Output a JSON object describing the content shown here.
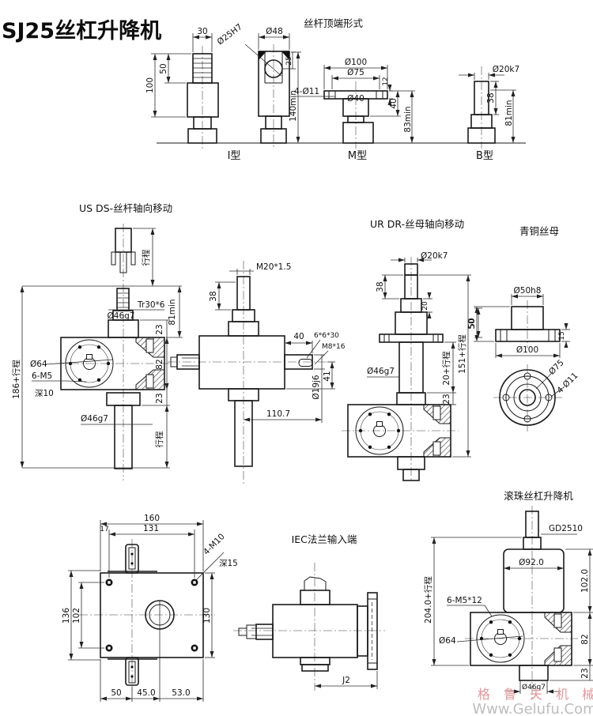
{
  "main_title": "SJ25丝杠升降机",
  "top": {
    "section_title": "丝杆顶端形式",
    "i": {
      "label": "I型",
      "d30": "30",
      "d50": "50",
      "d100": "100",
      "dia48": "Ø48",
      "hole": "Ø25H7",
      "d25": "25",
      "hmin": "140min"
    },
    "m": {
      "label": "M型",
      "dia100": "Ø100",
      "dia75": "Ø75",
      "d12": "12",
      "holes": "4-Ø11",
      "dia40": "Ø40",
      "d40": "40",
      "hmin": "83min"
    },
    "b": {
      "label": "B型",
      "dia20": "Ø20k7",
      "d38": "38",
      "hmin": "81min"
    }
  },
  "usds": {
    "title": "US  DS-丝杆轴向移动",
    "stroke_top": "行程",
    "thread": "Tr30*6",
    "hmin": "81min",
    "dia46_top": "Ø46g7",
    "d23_top": "23",
    "dia64": "Ø64",
    "m5": "6-M5",
    "depth": "深10",
    "d82": "82",
    "d23_bot": "23",
    "dia46_bot": "Ø46g7",
    "stroke_bot": "行程",
    "overall": "186+行程"
  },
  "center": {
    "m20": "M20*1.5",
    "d38": "38",
    "d40": "40",
    "key": "6*6*30",
    "m8": "M8*16",
    "d41": "41",
    "dia19": "Ø19j6",
    "d110": "110.7"
  },
  "urdr": {
    "title": "UR  DR-丝母轴向移动",
    "dia20": "Ø20k7",
    "d38": "38",
    "d20": "20",
    "d50": "50",
    "h151": "151+行程",
    "s20": "20+行程",
    "dia46": "Ø46g7",
    "d23": "23"
  },
  "nut": {
    "title": "青铜丝母",
    "dia50": "Ø50h8",
    "d50": "50",
    "d15": "15",
    "dia100": "Ø100",
    "dia75": "Ø75",
    "holes": "4-Ø11"
  },
  "base": {
    "d160": "160",
    "d131": "131",
    "d17": "17",
    "m10": "4-M10",
    "depth": "深15",
    "d136": "136",
    "d102": "102",
    "d130": "130",
    "d50": "50",
    "d45": "45.0",
    "d53": "53.0"
  },
  "iec": {
    "title": "IEC法兰输入端",
    "j2": "J2"
  },
  "ball": {
    "title": "滚珠丝杠升降机",
    "model": "GD2510",
    "dia92": "Ø92.0",
    "d102": "102.0",
    "overall": "204.0+行程",
    "m5": "6-M5*12",
    "dia64": "Ø64",
    "d82": "82",
    "d23": "23",
    "dia46": "Ø46g7"
  },
  "watermark": {
    "brand": "格 鲁 夫 机 械",
    "site": "Www.Gelufu.Com",
    "brand_color": "#e2989b",
    "site_color": "#bdbdbd"
  }
}
